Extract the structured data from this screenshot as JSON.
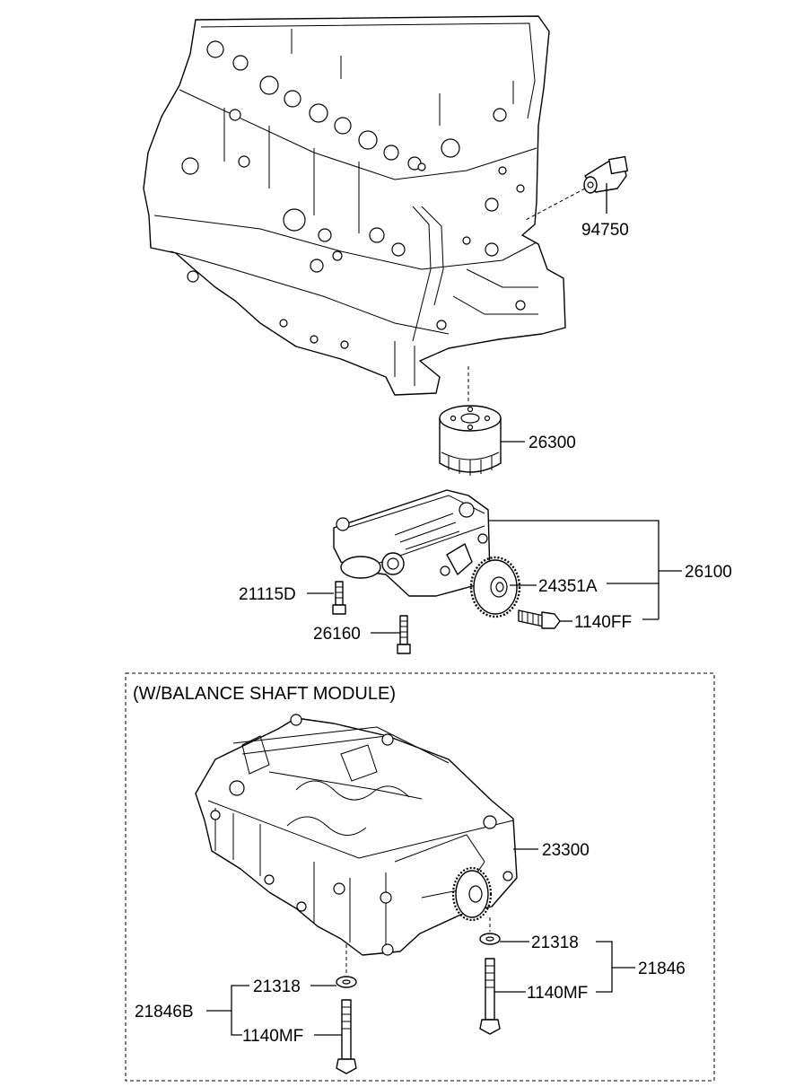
{
  "labels": {
    "sensor": "94750",
    "oil_filter": "26300",
    "oil_pump_assembly": "26100",
    "gear": "24351A",
    "bolt_pump_1": "21115D",
    "bolt_pump_2": "26160",
    "bolt_pump_3": "1140FF",
    "balance_shaft_module": "23300",
    "washer_right": "21318",
    "bolt_right": "1140MF",
    "kit_right": "21846",
    "washer_left": "21318",
    "bolt_left": "1140MF",
    "kit_left": "21846B"
  },
  "section_note": "(W/BALANCE SHAFT MODULE)"
}
